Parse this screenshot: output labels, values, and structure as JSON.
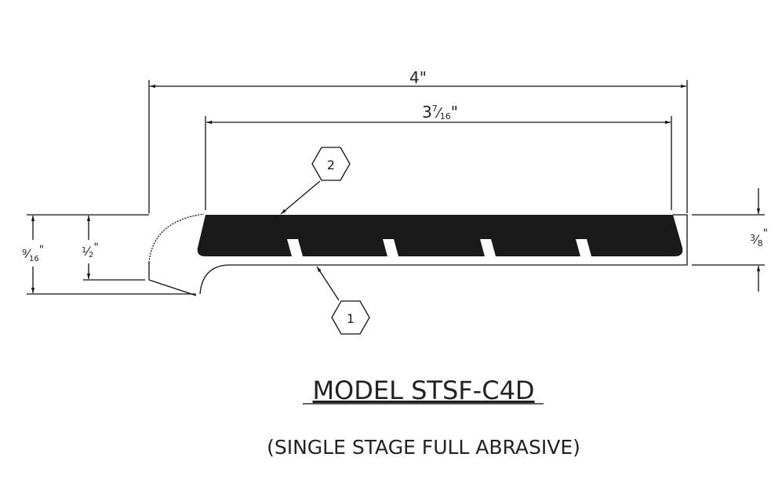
{
  "drawing": {
    "title": "MODEL STSF-C4D",
    "subtitle": "(SINGLE STAGE FULL ABRASIVE)",
    "dimensions": {
      "overall_width": {
        "whole": "4",
        "unit": "\""
      },
      "abrasive_width": {
        "whole": "3",
        "num": "7",
        "den": "16",
        "unit": "\""
      },
      "overall_height": {
        "num": "9",
        "den": "16",
        "unit": "\""
      },
      "nose_height": {
        "num": "1",
        "den": "2",
        "unit": "\""
      },
      "tread_thickness": {
        "num": "3",
        "den": "8",
        "unit": "\""
      }
    },
    "callouts": [
      {
        "label": "1"
      },
      {
        "label": "2"
      }
    ],
    "colors": {
      "ink": "#111111",
      "fill": "#1a1a1a"
    }
  }
}
